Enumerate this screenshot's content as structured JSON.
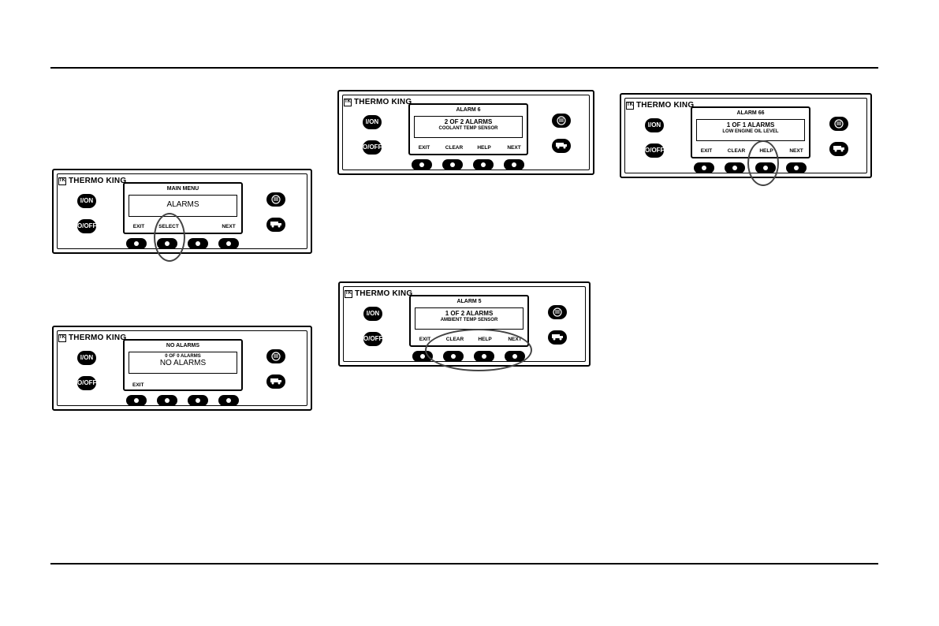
{
  "brand": "THERMO KING",
  "buttons": {
    "on_label": "I/ON",
    "off_label": "O/OFF"
  },
  "icons": {
    "brand_mark": "thermo-king-logo",
    "right_top": "cycle-sentry-icon",
    "right_bottom": "truck-icon"
  },
  "panels": [
    {
      "id": "main-menu",
      "title": "MAIN MENU",
      "line1": "ALARMS",
      "line2": "",
      "keys": [
        "EXIT",
        "SELECT",
        "",
        "NEXT"
      ]
    },
    {
      "id": "no-alarms",
      "title": "NO ALARMS",
      "line1": "0 OF 0 ALARMS",
      "line2": "NO ALARMS",
      "keys": [
        "EXIT",
        "",
        "",
        ""
      ]
    },
    {
      "id": "alarm-6",
      "title": "ALARM 6",
      "line1": "2 OF 2 ALARMS",
      "line2": "COOLANT TEMP SENSOR",
      "keys": [
        "EXIT",
        "CLEAR",
        "HELP",
        "NEXT"
      ]
    },
    {
      "id": "alarm-5",
      "title": "ALARM 5",
      "line1": "1 OF 2 ALARMS",
      "line2": "AMBIENT TEMP SENSOR",
      "keys": [
        "EXIT",
        "CLEAR",
        "HELP",
        "NEXT"
      ]
    },
    {
      "id": "alarm-66",
      "title": "ALARM 66",
      "line1": "1 OF 1 ALARMS",
      "line2": "LOW ENGINE OIL LEVEL",
      "keys": [
        "EXIT",
        "CLEAR",
        "HELP",
        "NEXT"
      ]
    }
  ]
}
